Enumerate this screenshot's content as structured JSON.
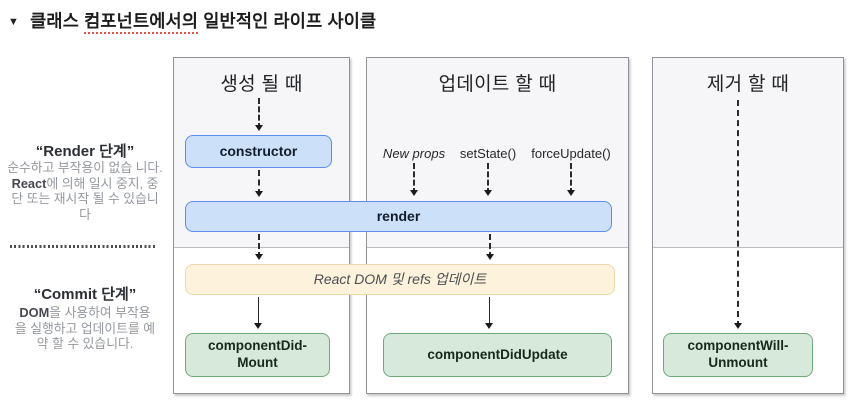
{
  "title": {
    "marker": "▼",
    "pre": "클래스 ",
    "underlined": "컴포넌트에서의",
    "post": " 일반적인 라이프 사이클"
  },
  "sidebar": {
    "render_phase": {
      "label": "“Render 단계”",
      "desc_pre": "순수하고 부작용이 없습 니다. ",
      "desc_bold": "React",
      "desc_post": "에 의해 일시 중지, 중단 또는 재시작 될 수 있습니다"
    },
    "commit_phase": {
      "label": "“Commit 단계”",
      "desc_bold": "DOM",
      "desc_post": "을 사용하여 부작용 을 실행하고 업데이트를 예약 할 수 있습니다."
    }
  },
  "columns": {
    "mount": "생성 될 때",
    "update": "업데이트 할 때",
    "unmount": "제거 할 때"
  },
  "triggers": {
    "new_props": "New props",
    "set_state": "setState()",
    "force_update": "forceUpdate()"
  },
  "nodes": {
    "constructor": "constructor",
    "render": "render",
    "react_dom_update": "React DOM 및 refs 업데이트",
    "component_did_mount_l1": "componentDid-",
    "component_did_mount_l2": "Mount",
    "component_did_update": "componentDidUpdate",
    "component_will_unmount_l1": "componentWill-",
    "component_will_unmount_l2": "Unmount"
  },
  "colors": {
    "box_blue_bg": "#cce0fa",
    "box_blue_border": "#5b8def",
    "box_amber_bg": "#fdf2db",
    "box_amber_border": "#edd9ab",
    "box_green_bg": "#d7e9da",
    "box_green_border": "#6fa97a",
    "phase_bg_top": "#f6f6f8",
    "underline_red": "#e0524e"
  }
}
